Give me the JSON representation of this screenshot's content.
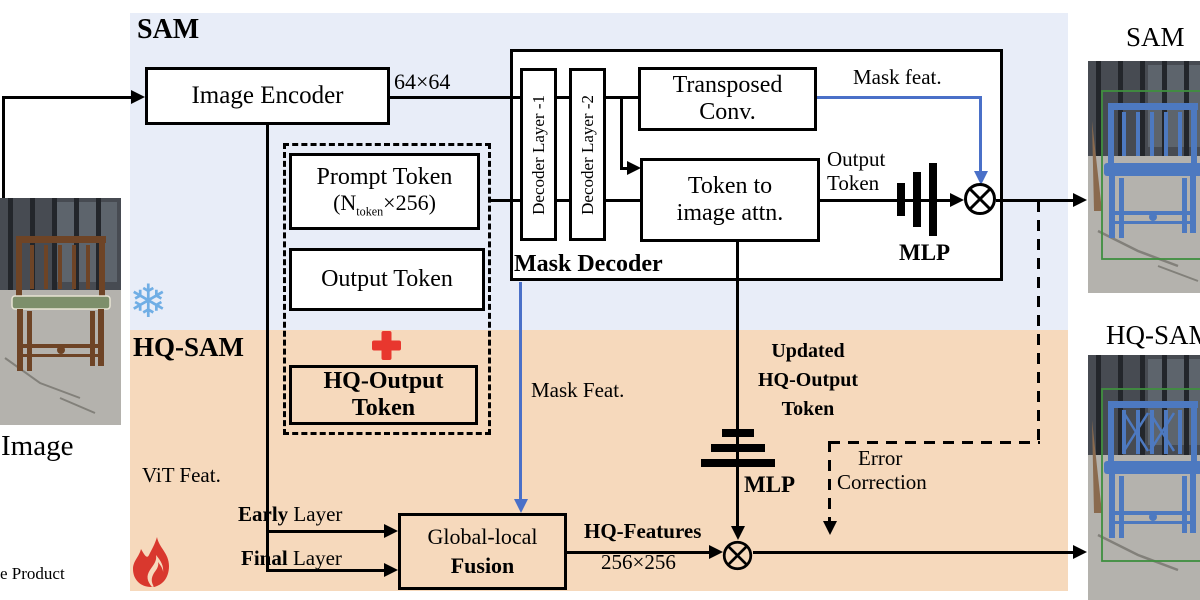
{
  "panels": {
    "sam_title": "SAM",
    "hq_sam_title": "HQ-SAM"
  },
  "encoder": {
    "label": "Image Encoder"
  },
  "decoder": {
    "layer1": "Decoder Layer -1",
    "layer2": "Decoder Layer -2",
    "transposed_l1": "Transposed",
    "transposed_l2": "Conv.",
    "token_attn_l1": "Token to",
    "token_attn_l2": "image attn.",
    "mask_decoder_label": "Mask Decoder"
  },
  "tokens": {
    "prompt_label": "Prompt Token",
    "prompt_dim_open": "(N",
    "prompt_dim_sub": "token",
    "prompt_dim_close": "×256)",
    "output_label": "Output Token",
    "hq_l1": "HQ-Output",
    "hq_l2": "Token"
  },
  "fusion": {
    "l1": "Global-local",
    "l2": "Fusion"
  },
  "labels": {
    "feat64": "64×64",
    "mask_feat_top": "Mask feat.",
    "output_tok_l1": "Output",
    "output_tok_l2": "Token",
    "mlp_sam": "MLP",
    "mlp_hq": "MLP",
    "mask_feat_mid": "Mask Feat.",
    "updated_l1": "Updated",
    "updated_l2": "HQ-Output",
    "updated_l3": "Token",
    "error_l1": "Error",
    "error_l2": "Correction",
    "vit_feat": "ViT Feat.",
    "early_bold": "Early",
    "early_rest": " Layer",
    "final_bold": "Final",
    "final_rest": " Layer",
    "hq_features": "HQ-Features",
    "hq_features_dim": "256×256"
  },
  "captions": {
    "input_image": "Image",
    "partial_left_text": "e Product",
    "sam_result": "SAM",
    "hq_result": "HQ-SAM"
  },
  "icons": {
    "snowflake_icon_glyph": "❄",
    "fire_icon": "flame",
    "plus_icon": "red-plus",
    "multiply_icon": "circled-times"
  },
  "colors": {
    "sam_bg": "#e8edf8",
    "hq_bg": "#f6d9bc",
    "arrow_blue": "#4a70c8",
    "freeze_blue": "#70aee5",
    "fire_red": "#d9382e",
    "plus_red": "#e8372e",
    "bench_brown": "#6e4426",
    "cushion_green": "#7d8f6b",
    "bench_blue": "#4d79c0",
    "bbox_green": "#3f8f3f",
    "pavement_grey": "#b4b2ad",
    "fence_dark": "#474b52"
  }
}
